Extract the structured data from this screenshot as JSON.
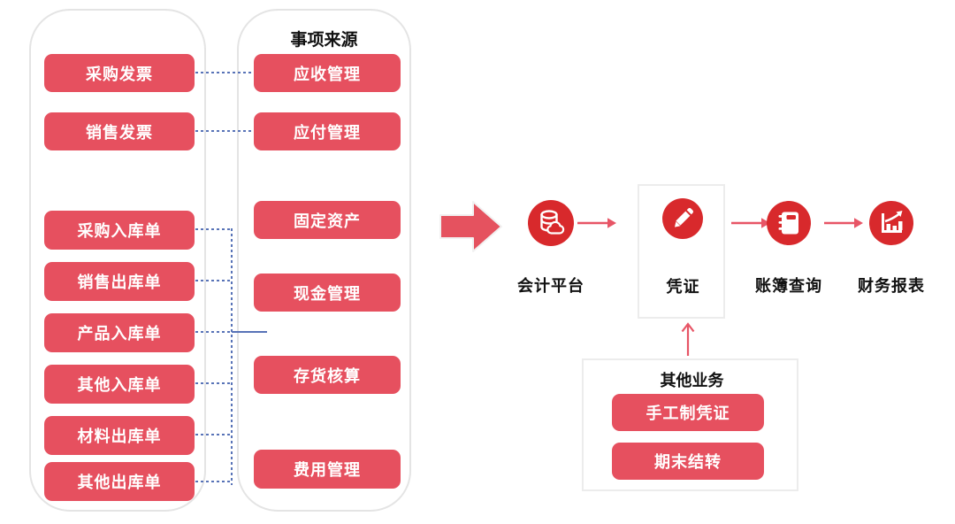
{
  "colors": {
    "button_bg": "#E6505F",
    "icon_circle_bg": "#D8292C",
    "big_arrow": "#E5525F",
    "thin_arrow": "#E75566",
    "connector": "#5873B7",
    "container_border": "#E4E4E4",
    "box_border": "#ECECEC",
    "text": "#111111"
  },
  "left_panel": {
    "items": [
      {
        "label": "采购发票"
      },
      {
        "label": "销售发票"
      },
      {
        "label": "采购入库单"
      },
      {
        "label": "销售出库单"
      },
      {
        "label": "产品入库单"
      },
      {
        "label": "其他入库单"
      },
      {
        "label": "材料出库单"
      },
      {
        "label": "其他出库单"
      }
    ]
  },
  "source_panel": {
    "title": "事项来源",
    "items": [
      {
        "label": "应收管理"
      },
      {
        "label": "应付管理"
      },
      {
        "label": "固定资产"
      },
      {
        "label": "现金管理"
      },
      {
        "label": "存货核算"
      },
      {
        "label": "费用管理"
      }
    ]
  },
  "flow": {
    "platform_label": "会计平台",
    "platform_icon": "database-cloud-icon",
    "voucher_label": "凭证",
    "voucher_icon": "pencil-icon",
    "ledger_label": "账簿查询",
    "ledger_icon": "ledger-book-icon",
    "report_label": "财务报表",
    "report_icon": "bar-chart-icon"
  },
  "other_business": {
    "title": "其他业务",
    "items": [
      {
        "label": "手工制凭证"
      },
      {
        "label": "期末结转"
      }
    ]
  }
}
